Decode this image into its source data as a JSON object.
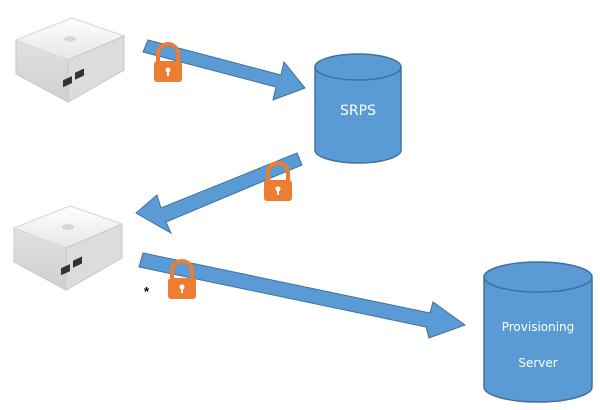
{
  "diagram": {
    "nodes": {
      "device_top": {
        "kind": "base-station-device"
      },
      "device_bottom": {
        "kind": "base-station-device"
      },
      "srps": {
        "kind": "database-cylinder",
        "label": "SRPS"
      },
      "provisioning": {
        "kind": "database-cylinder",
        "label_line1": "Provisioning",
        "label_line2": "Server"
      }
    },
    "edges": [
      {
        "from": "device_top",
        "to": "srps",
        "secured": true
      },
      {
        "from": "srps",
        "to": "device_bottom",
        "secured": true
      },
      {
        "from": "device_bottom",
        "to": "provisioning",
        "secured": true
      }
    ],
    "footnote_marker": "*"
  },
  "icons": {
    "lock": "lock-icon",
    "device": "base-station-icon",
    "database": "database-cylinder-icon"
  },
  "colors": {
    "arrow_fill": "#5b9bd5",
    "arrow_stroke": "#41719c",
    "cylinder_fill": "#5b9bd5",
    "cylinder_stroke": "#41719c",
    "lock_body": "#ed7d31",
    "lock_shackle": "#ed7d31",
    "device_body": "#f2f2f2"
  }
}
